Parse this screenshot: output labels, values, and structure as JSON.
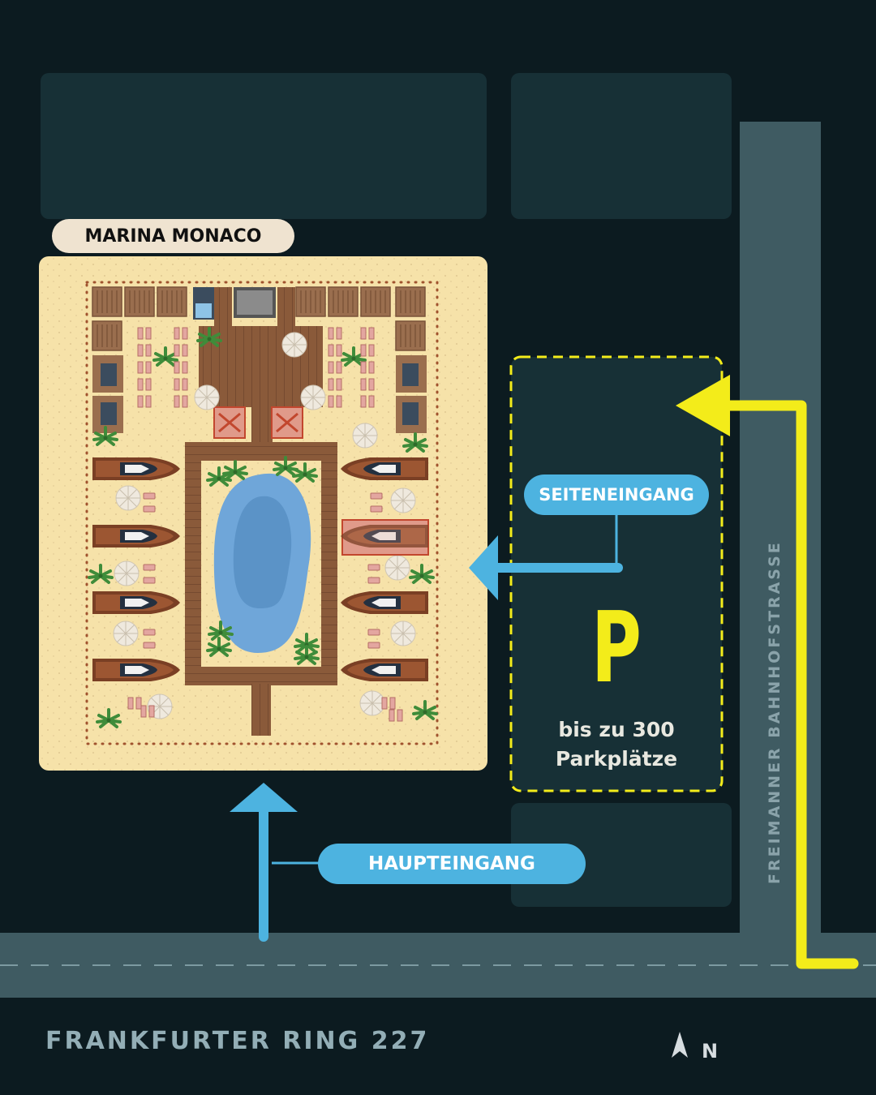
{
  "venue": {
    "name": "MARINA MONACO"
  },
  "entrances": {
    "side": "SEITENEINGANG",
    "main": "HAUPTEINGANG"
  },
  "parking": {
    "symbol": "P",
    "capacity_line1": "bis zu 300",
    "capacity_line2": "Parkplätze"
  },
  "streets": {
    "main": "FRANKFURTER RING 227",
    "side": "FREIMANNER BAHNHOFSTRASSE"
  },
  "compass": {
    "label": "N",
    "icon": "north-arrow-icon"
  },
  "colors": {
    "background": "#0c1b20",
    "blocks": "#173036",
    "road": "#3f5b62",
    "sand": "#f6e2a9",
    "accent_blue": "#4db3e0",
    "accent_yellow": "#f3ec1a",
    "label_bg": "#efe3d0"
  }
}
